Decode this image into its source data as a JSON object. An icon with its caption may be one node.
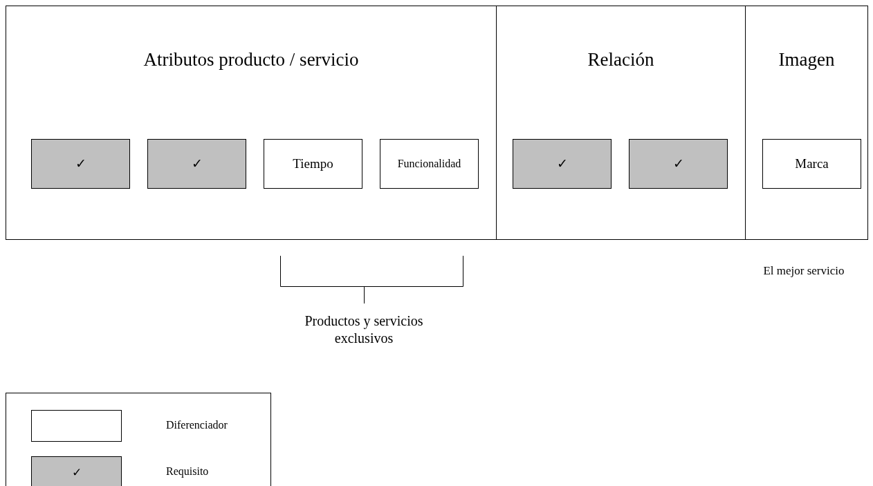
{
  "diagram": {
    "nodes": [
      {
        "text": [
          "Atributos producto / servicio"
        ]
      },
      {
        "text": [
          "Relación"
        ]
      },
      {
        "text": [
          "Imagen"
        ]
      },
      {
        "text": [
          "✓"
        ],
        "in": 0
      },
      {
        "text": [
          "✓"
        ],
        "in": 0
      },
      {
        "text": [
          "Tiempo"
        ],
        "in": 0
      },
      {
        "text": [
          "Funcionalidad"
        ],
        "in": 0
      },
      {
        "text": [
          "✓"
        ],
        "in": 1
      },
      {
        "text": [
          "✓"
        ],
        "in": 1
      },
      {
        "text": [
          "Marca"
        ],
        "in": 2
      }
    ],
    "edges": [],
    "labels": [
      "Productos y servicios exclusivos",
      "El mejor servicio",
      "✓"
    ],
    "legend": [
      {
        "text": "Diferenciador",
        "color": "#ffffff"
      },
      {
        "text": "Requisito",
        "color": "#c0c0c0"
      }
    ]
  }
}
